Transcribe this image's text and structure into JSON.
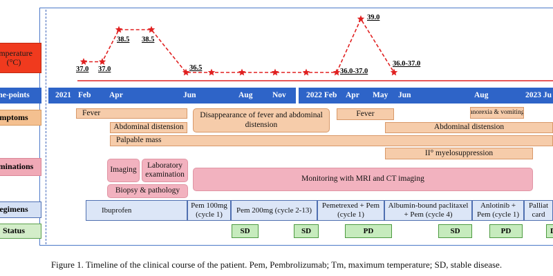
{
  "labels": {
    "temperature_line1": "emperature",
    "temperature_line2": "(°C)",
    "timepoints": "ne-points",
    "symptoms": "mptoms",
    "examinations": "aminations",
    "regimens": "egimens",
    "status": "Status"
  },
  "temperature": {
    "points": [
      {
        "label": "37.0",
        "t": 37.0
      },
      {
        "label": "37.0",
        "t": 37.0
      },
      {
        "label": "38.5",
        "t": 38.5
      },
      {
        "label": "38.5",
        "t": 38.5
      },
      {
        "label": "36.5",
        "t": 36.5
      },
      {
        "label": "",
        "t": 36.5
      },
      {
        "label": "",
        "t": 36.5
      },
      {
        "label": "",
        "t": 36.5
      },
      {
        "label": "",
        "t": 36.5
      },
      {
        "label": "",
        "t": 36.5
      },
      {
        "label": "36.0-37.0",
        "t": 36.5
      },
      {
        "label": "39.0",
        "t": 39.0
      },
      {
        "label": "36.0-37.0",
        "t": 36.5
      }
    ]
  },
  "timeline": {
    "ticks": [
      "2021",
      "Feb",
      "Apr",
      "Jun",
      "Aug",
      "Nov",
      "2022 Feb",
      "Apr",
      "May",
      "Jun",
      "Aug",
      "2023 Ju"
    ]
  },
  "symptoms": {
    "fever_1": "Fever",
    "disappearance": "Disappearance of fever and abdominal distension",
    "fever_2": "Fever",
    "anorexia": "anorexia & vomiting",
    "abdominal_1": "Abdominal distension",
    "abdominal_2": "Abdominal distension",
    "palpable": "Palpable mass",
    "myelo": "II° myelosuppression"
  },
  "examinations": {
    "imaging": "Imaging",
    "laboratory": "Laboratory examination",
    "biopsy": "Biopsy & pathology",
    "monitoring": "Monitoring with MRI and CT imaging"
  },
  "regimens": {
    "ibuprofen": "Ibuprofen",
    "pem100": "Pem 100mg (cycle 1)",
    "pem200": "Pem 200mg (cycle 2-13)",
    "pemetrexed": "Pemetrexed + Pem (cycle 1)",
    "albumin": "Albumin-bound paclitaxel + Pem (cycle 4)",
    "anlotinib": "Anlotinib + Pem (cycle 1)",
    "palliative": "Palliat card"
  },
  "status": [
    "SD",
    "SD",
    "PD",
    "SD",
    "PD",
    "D"
  ],
  "caption": "Figure 1. Timeline of the clinical course of the patient. Pem, Pembrolizumab; Tm, maximum temperature; SD, stable disease."
}
